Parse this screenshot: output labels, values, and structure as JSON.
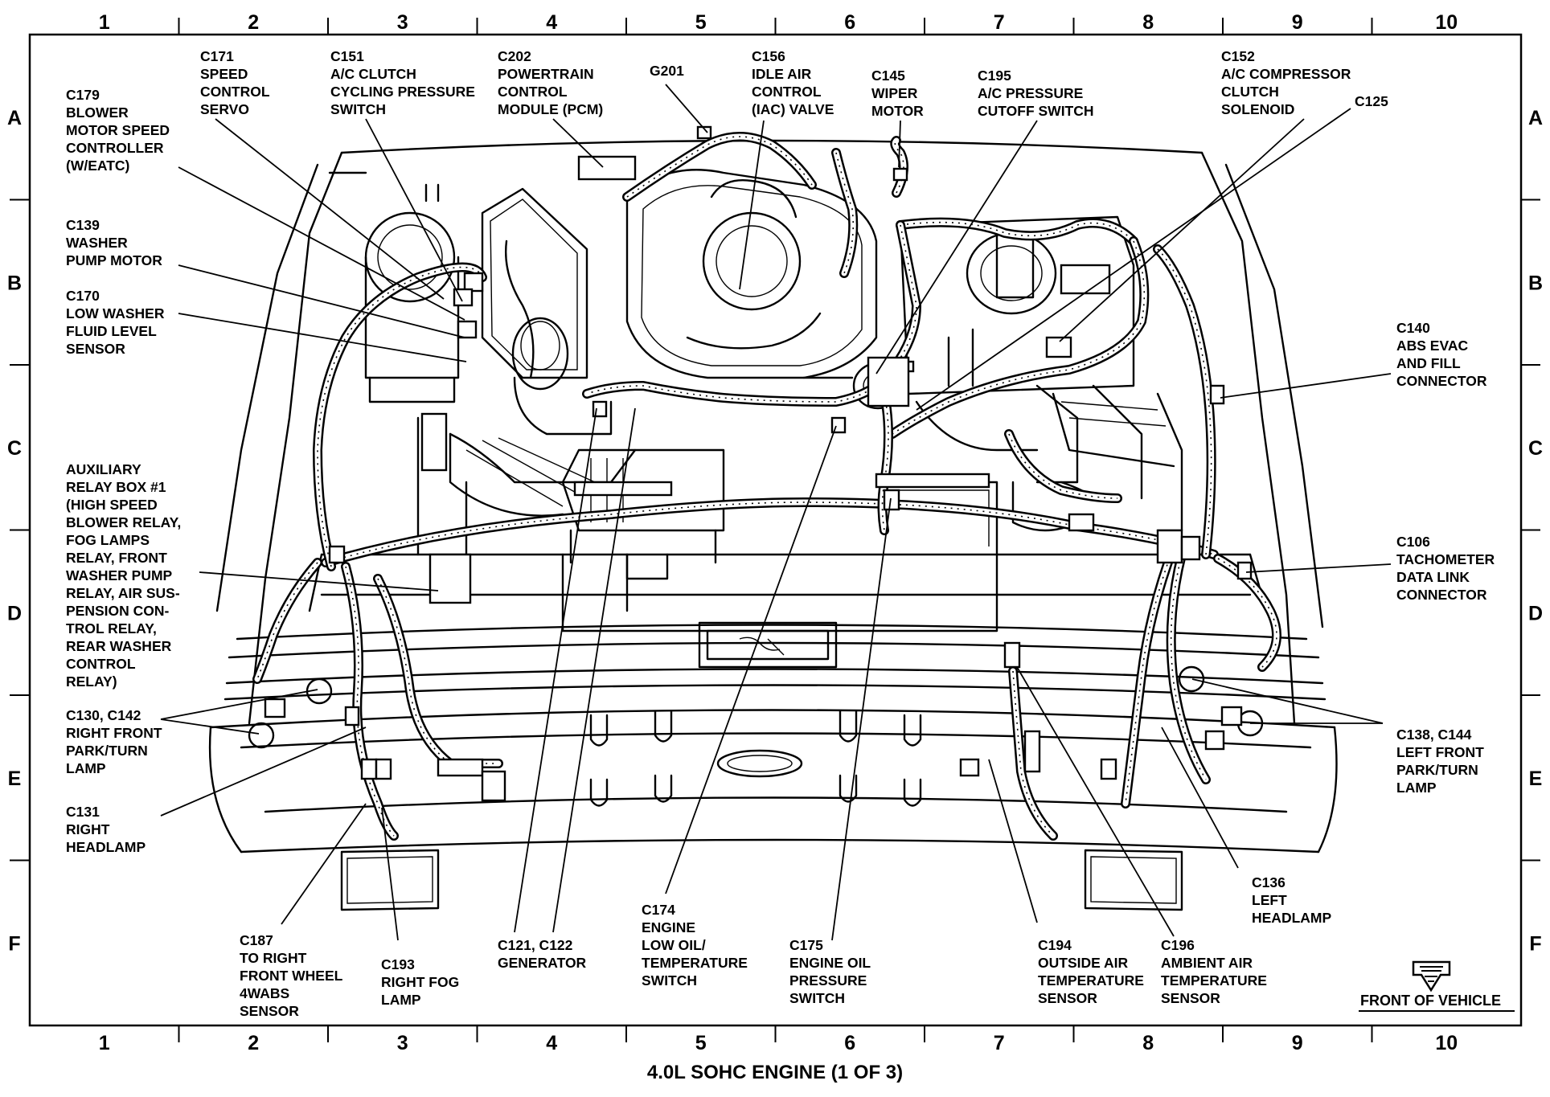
{
  "grid": {
    "columns": [
      "1",
      "2",
      "3",
      "4",
      "5",
      "6",
      "7",
      "8",
      "9",
      "10"
    ],
    "rows": [
      "A",
      "B",
      "C",
      "D",
      "E",
      "F"
    ]
  },
  "caption": "4.0L SOHC ENGINE (1 OF 3)",
  "front_of_vehicle": "FRONT OF VEHICLE",
  "labels": {
    "c179": [
      "C179",
      "BLOWER",
      "MOTOR SPEED",
      "CONTROLLER",
      "(W/EATC)"
    ],
    "c171": [
      "C171",
      "SPEED",
      "CONTROL",
      "SERVO"
    ],
    "c151": [
      "C151",
      "A/C CLUTCH",
      "CYCLING PRESSURE",
      "SWITCH"
    ],
    "c202": [
      "C202",
      "POWERTRAIN",
      "CONTROL",
      "MODULE (PCM)"
    ],
    "g201": [
      "G201"
    ],
    "c156": [
      "C156",
      "IDLE AIR",
      "CONTROL",
      "(IAC) VALVE"
    ],
    "c145": [
      "C145",
      "WIPER",
      "MOTOR"
    ],
    "c195": [
      "C195",
      "A/C PRESSURE",
      "CUTOFF SWITCH"
    ],
    "c152": [
      "C152",
      "A/C COMPRESSOR",
      "CLUTCH",
      "SOLENOID"
    ],
    "c125": [
      "C125"
    ],
    "c139": [
      "C139",
      "WASHER",
      "PUMP MOTOR"
    ],
    "c170": [
      "C170",
      "LOW WASHER",
      "FLUID LEVEL",
      "SENSOR"
    ],
    "c140": [
      "C140",
      "ABS EVAC",
      "AND FILL",
      "CONNECTOR"
    ],
    "aux": [
      "AUXILIARY",
      "RELAY BOX #1",
      "(HIGH SPEED",
      "BLOWER RELAY,",
      "FOG LAMPS",
      "RELAY, FRONT",
      "WASHER PUMP",
      "RELAY, AIR SUS-",
      "PENSION CON-",
      "TROL RELAY,",
      "REAR WASHER",
      "CONTROL",
      "RELAY)"
    ],
    "c106": [
      "C106",
      "TACHOMETER",
      "DATA LINK",
      "CONNECTOR"
    ],
    "c130": [
      "C130, C142",
      "RIGHT FRONT",
      "PARK/TURN",
      "LAMP"
    ],
    "c138": [
      "C138, C144",
      "LEFT FRONT",
      "PARK/TURN",
      "LAMP"
    ],
    "c131": [
      "C131",
      "RIGHT",
      "HEADLAMP"
    ],
    "c136": [
      "C136",
      "LEFT",
      "HEADLAMP"
    ],
    "c187": [
      "C187",
      "TO RIGHT",
      "FRONT WHEEL",
      "4WABS",
      "SENSOR"
    ],
    "c193": [
      "C193",
      "RIGHT FOG",
      "LAMP"
    ],
    "c121": [
      "C121, C122",
      "GENERATOR"
    ],
    "c174": [
      "C174",
      "ENGINE",
      "LOW OIL/",
      "TEMPERATURE",
      "SWITCH"
    ],
    "c175": [
      "C175",
      "ENGINE OIL",
      "PRESSURE",
      "SWITCH"
    ],
    "c194": [
      "C194",
      "OUTSIDE AIR",
      "TEMPERATURE",
      "SENSOR"
    ],
    "c196": [
      "C196",
      "AMBIENT AIR",
      "TEMPERATURE",
      "SENSOR"
    ]
  }
}
